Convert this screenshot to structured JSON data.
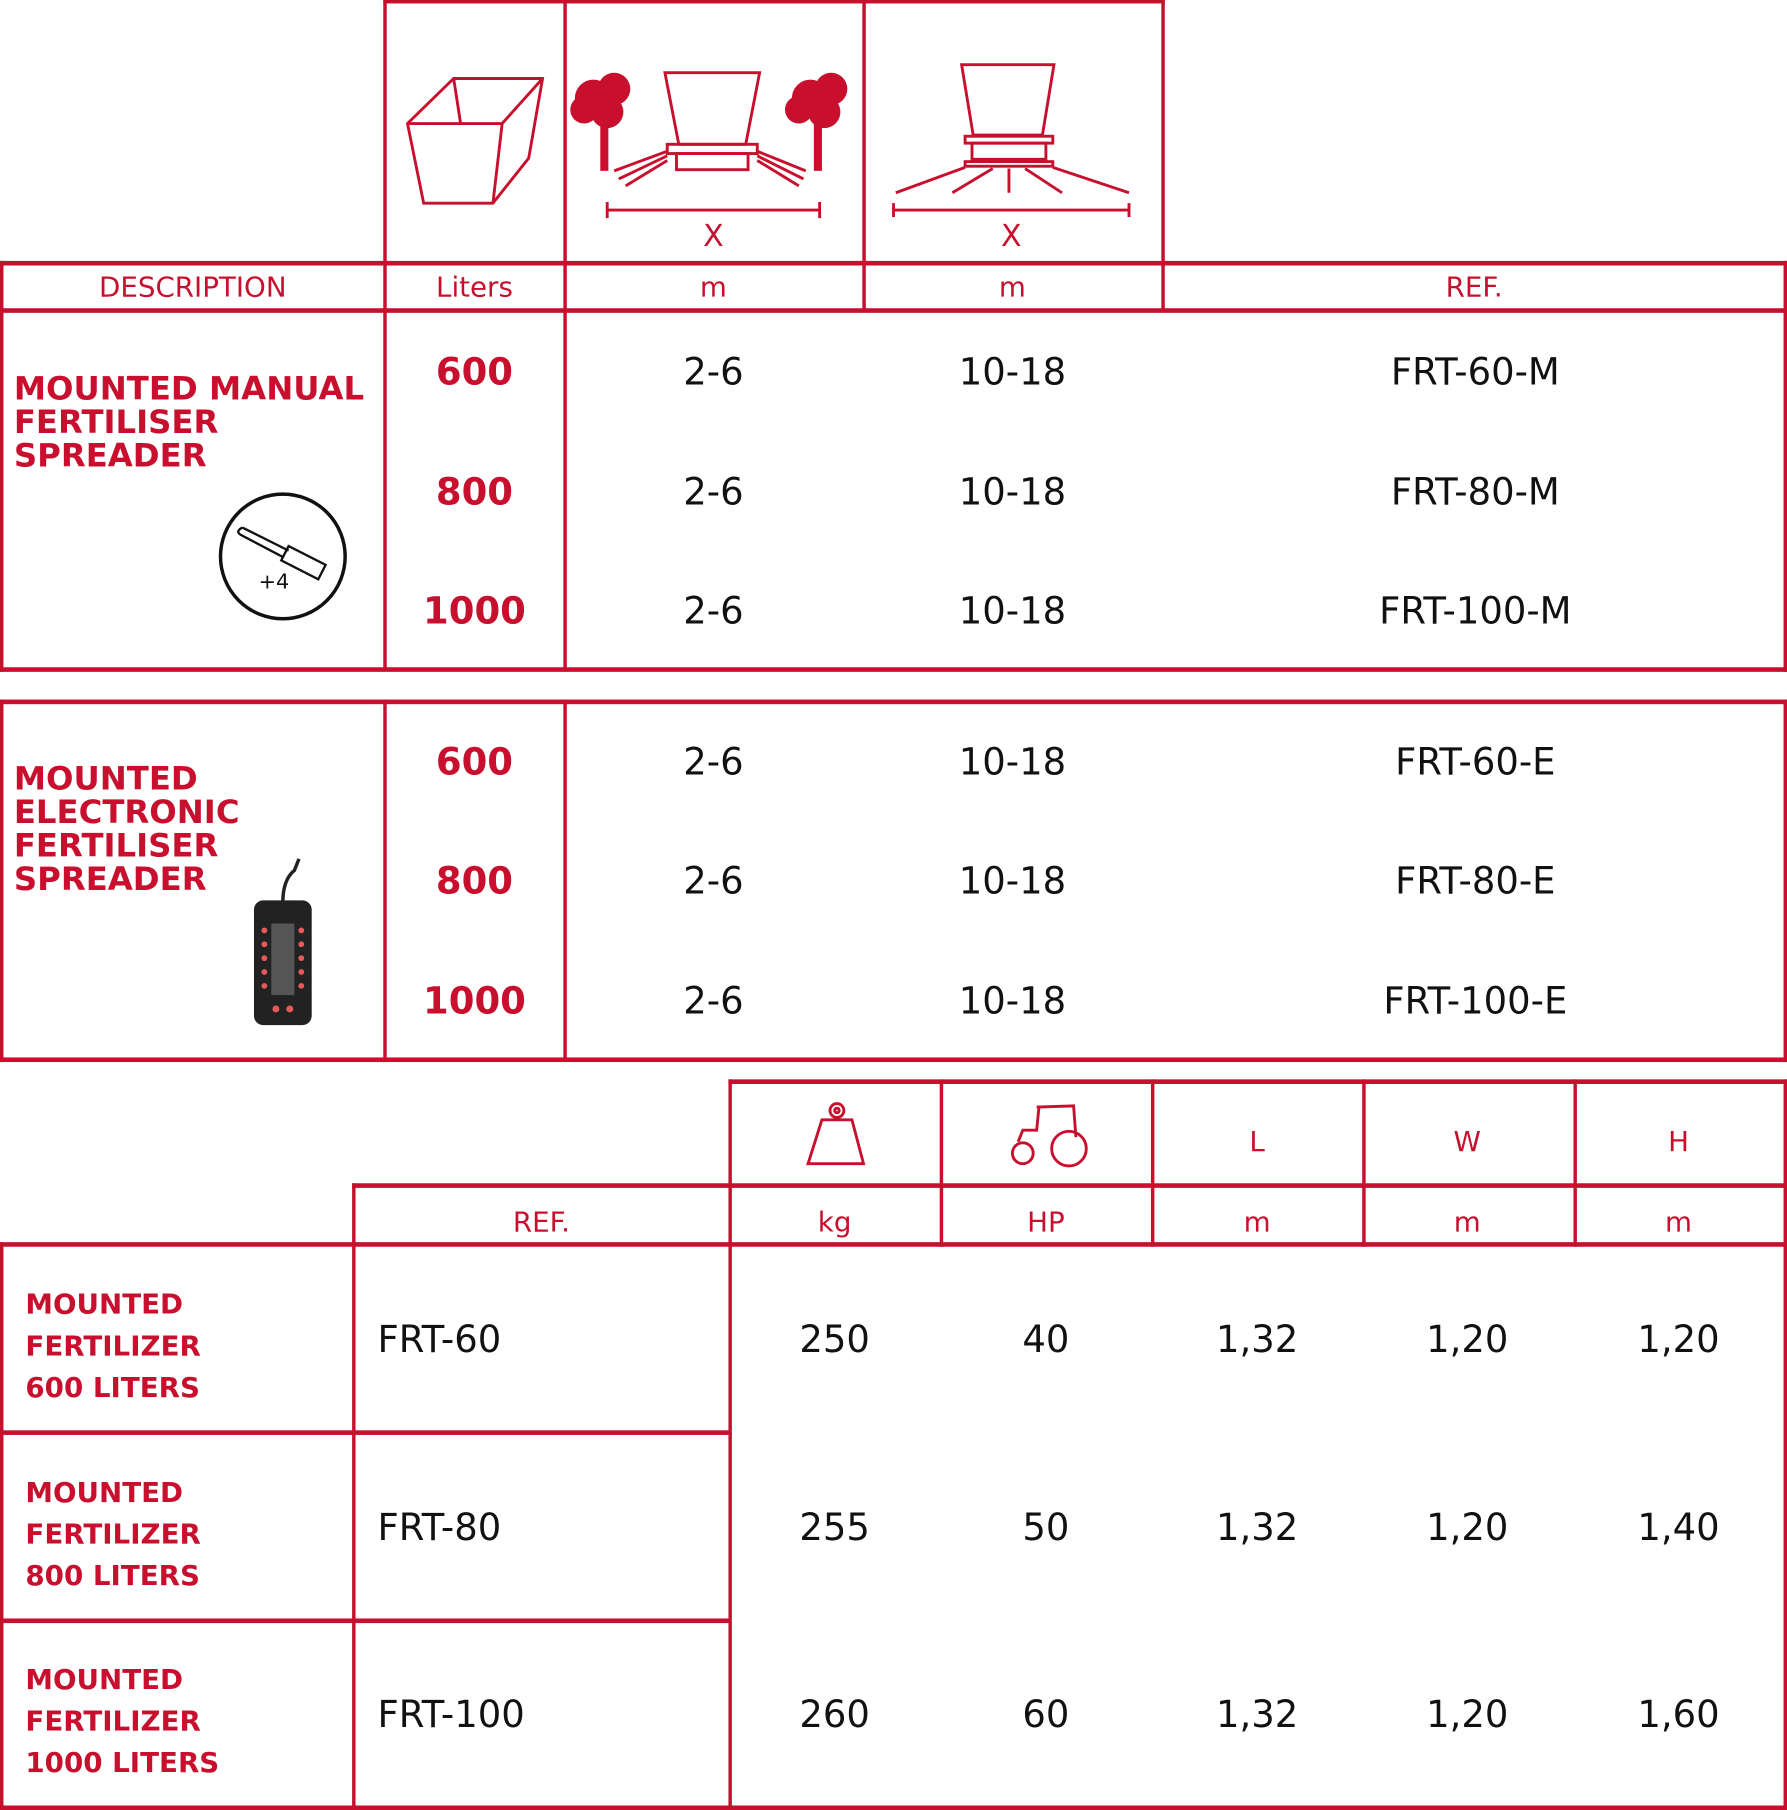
{
  "top_table": {
    "headers": {
      "description": "DESCRIPTION",
      "liters": "Liters",
      "width_unit": "m",
      "spread_unit": "m",
      "ref": "REF.",
      "x_label_1": "X",
      "x_label_2": "X"
    },
    "groups": [
      {
        "title": "MOUNTED MANUAL FERTILISER SPREADER",
        "badge": "+4",
        "rows": [
          {
            "liters": "600",
            "width": "2-6",
            "spread": "10-18",
            "ref": "FRT-60-M"
          },
          {
            "liters": "800",
            "width": "2-6",
            "spread": "10-18",
            "ref": "FRT-80-M"
          },
          {
            "liters": "1000",
            "width": "2-6",
            "spread": "10-18",
            "ref": "FRT-100-M"
          }
        ]
      },
      {
        "title": "MOUNTED ELECTRONIC FERTILISER SPREADER",
        "rows": [
          {
            "liters": "600",
            "width": "2-6",
            "spread": "10-18",
            "ref": "FRT-60-E"
          },
          {
            "liters": "800",
            "width": "2-6",
            "spread": "10-18",
            "ref": "FRT-80-E"
          },
          {
            "liters": "1000",
            "width": "2-6",
            "spread": "10-18",
            "ref": "FRT-100-E"
          }
        ]
      }
    ]
  },
  "bottom_table": {
    "headers": {
      "ref": "REF.",
      "kg": "kg",
      "hp": "HP",
      "l": "L",
      "w": "W",
      "h": "H",
      "l_unit": "m",
      "w_unit": "m",
      "h_unit": "m"
    },
    "rows": [
      {
        "desc": [
          "MOUNTED",
          "FERTILIZER",
          "600 LITERS"
        ],
        "ref": "FRT-60",
        "kg": "250",
        "hp": "40",
        "l": "1,32",
        "w": "1,20",
        "h": "1,20"
      },
      {
        "desc": [
          "MOUNTED",
          "FERTILIZER",
          "800 LITERS"
        ],
        "ref": "FRT-80",
        "kg": "255",
        "hp": "50",
        "l": "1,32",
        "w": "1,20",
        "h": "1,40"
      },
      {
        "desc": [
          "MOUNTED",
          "FERTILIZER",
          "1000 LITERS"
        ],
        "ref": "FRT-100",
        "kg": "260",
        "hp": "60",
        "l": "1,32",
        "w": "1,20",
        "h": "1,60"
      }
    ]
  },
  "colors": {
    "accent": "#c8102e",
    "text": "#111111"
  }
}
